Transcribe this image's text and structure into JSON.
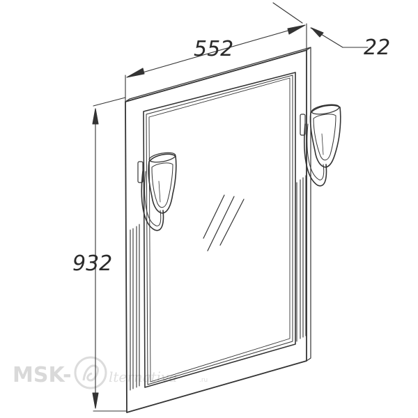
{
  "dimensions": {
    "width": "552",
    "depth": "22",
    "height": "932"
  },
  "watermark": {
    "brand": "MSK-",
    "domain_text": "lternativa",
    "tld": ".ru"
  }
}
